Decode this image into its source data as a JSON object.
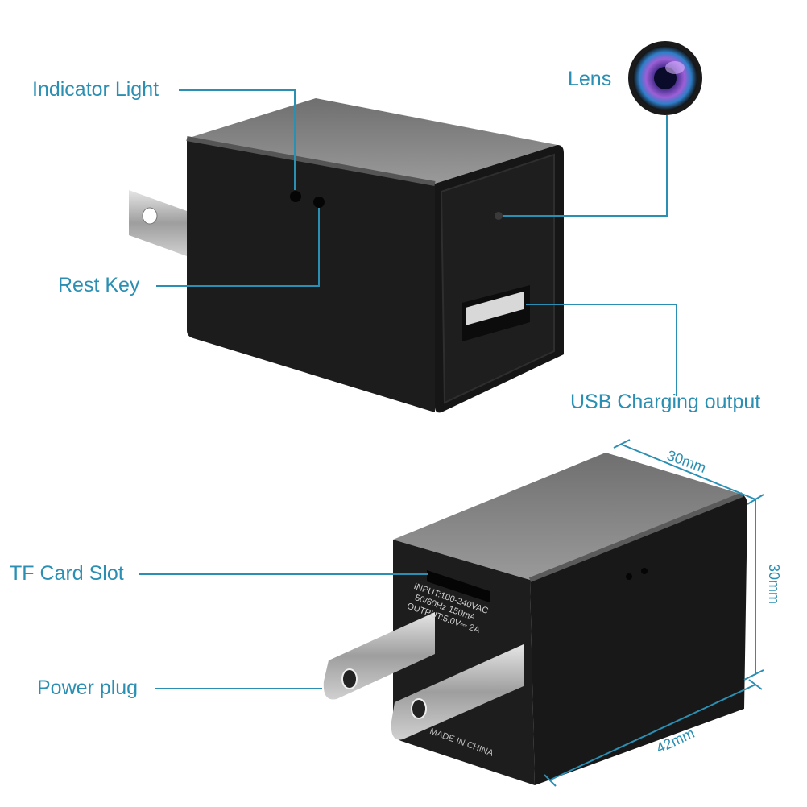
{
  "colors": {
    "callout": "#2a8fb3",
    "device_body": "#1b1b1b",
    "device_top": "#8a8a8a",
    "plug_metal": "#b8b8b8",
    "background": "#ffffff"
  },
  "top_view": {
    "callouts": [
      {
        "id": "indicator-light",
        "label": "Indicator Light"
      },
      {
        "id": "rest-key",
        "label": "Rest Key"
      },
      {
        "id": "lens",
        "label": "Lens"
      },
      {
        "id": "usb-charging-output",
        "label": "USB Charging output"
      }
    ]
  },
  "bottom_view": {
    "callouts": [
      {
        "id": "tf-card-slot",
        "label": "TF Card Slot"
      },
      {
        "id": "power-plug",
        "label": "Power plug"
      }
    ],
    "printed_specs": [
      "INPUT:100-240VAC",
      "50/60Hz 150mA",
      "OUTPUT:5.0V⎓ 2A"
    ],
    "origin_mark": "MADE IN CHINA",
    "dimensions": {
      "depth": "30mm",
      "height": "30mm",
      "length": "42mm"
    }
  }
}
